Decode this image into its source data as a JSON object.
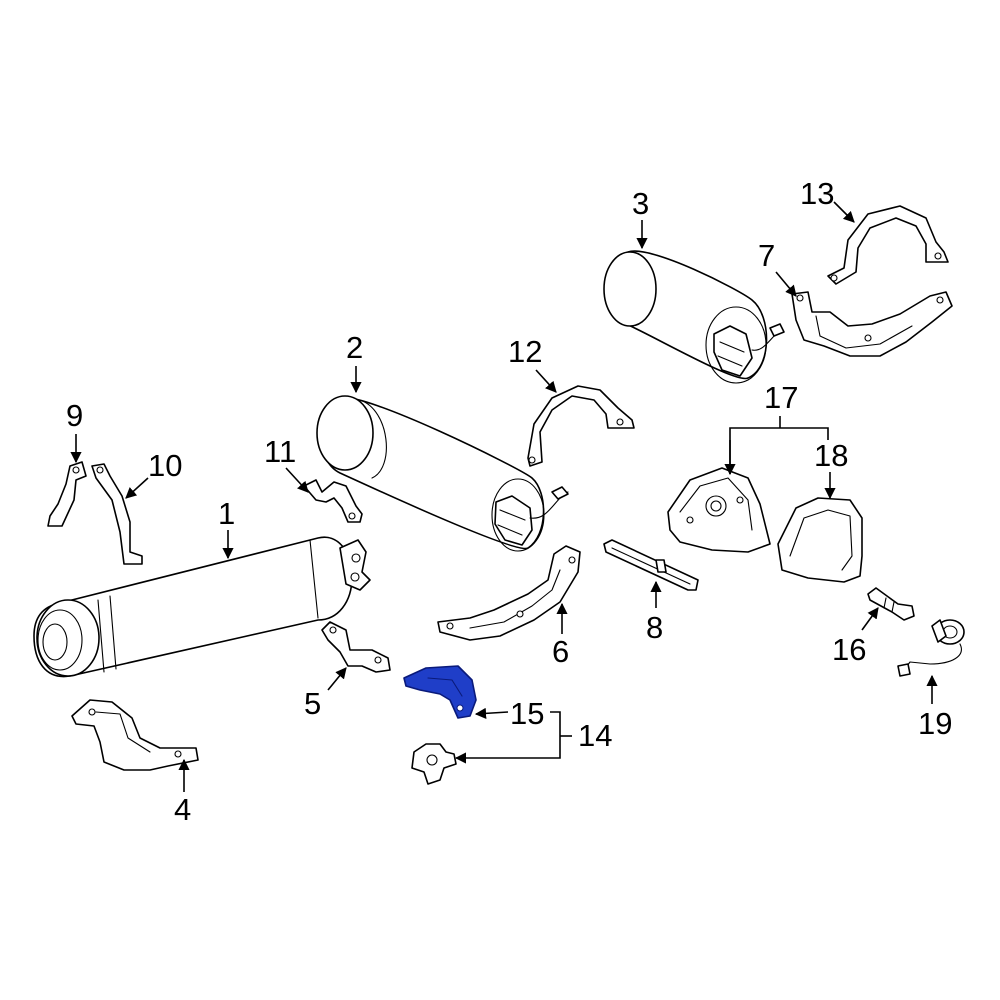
{
  "diagram": {
    "highlight_color": "#1f3ec8",
    "highlighted_part": "15",
    "callouts": [
      {
        "id": "c1",
        "text": "1"
      },
      {
        "id": "c2",
        "text": "2"
      },
      {
        "id": "c3",
        "text": "3"
      },
      {
        "id": "c4",
        "text": "4"
      },
      {
        "id": "c5",
        "text": "5"
      },
      {
        "id": "c6",
        "text": "6"
      },
      {
        "id": "c7",
        "text": "7"
      },
      {
        "id": "c8",
        "text": "8"
      },
      {
        "id": "c9",
        "text": "9"
      },
      {
        "id": "c10",
        "text": "10"
      },
      {
        "id": "c11",
        "text": "11"
      },
      {
        "id": "c12",
        "text": "12"
      },
      {
        "id": "c13",
        "text": "13"
      },
      {
        "id": "c14",
        "text": "14"
      },
      {
        "id": "c15",
        "text": "15"
      },
      {
        "id": "c16",
        "text": "16"
      },
      {
        "id": "c17",
        "text": "17"
      },
      {
        "id": "c18",
        "text": "18"
      },
      {
        "id": "c19",
        "text": "19"
      }
    ]
  }
}
